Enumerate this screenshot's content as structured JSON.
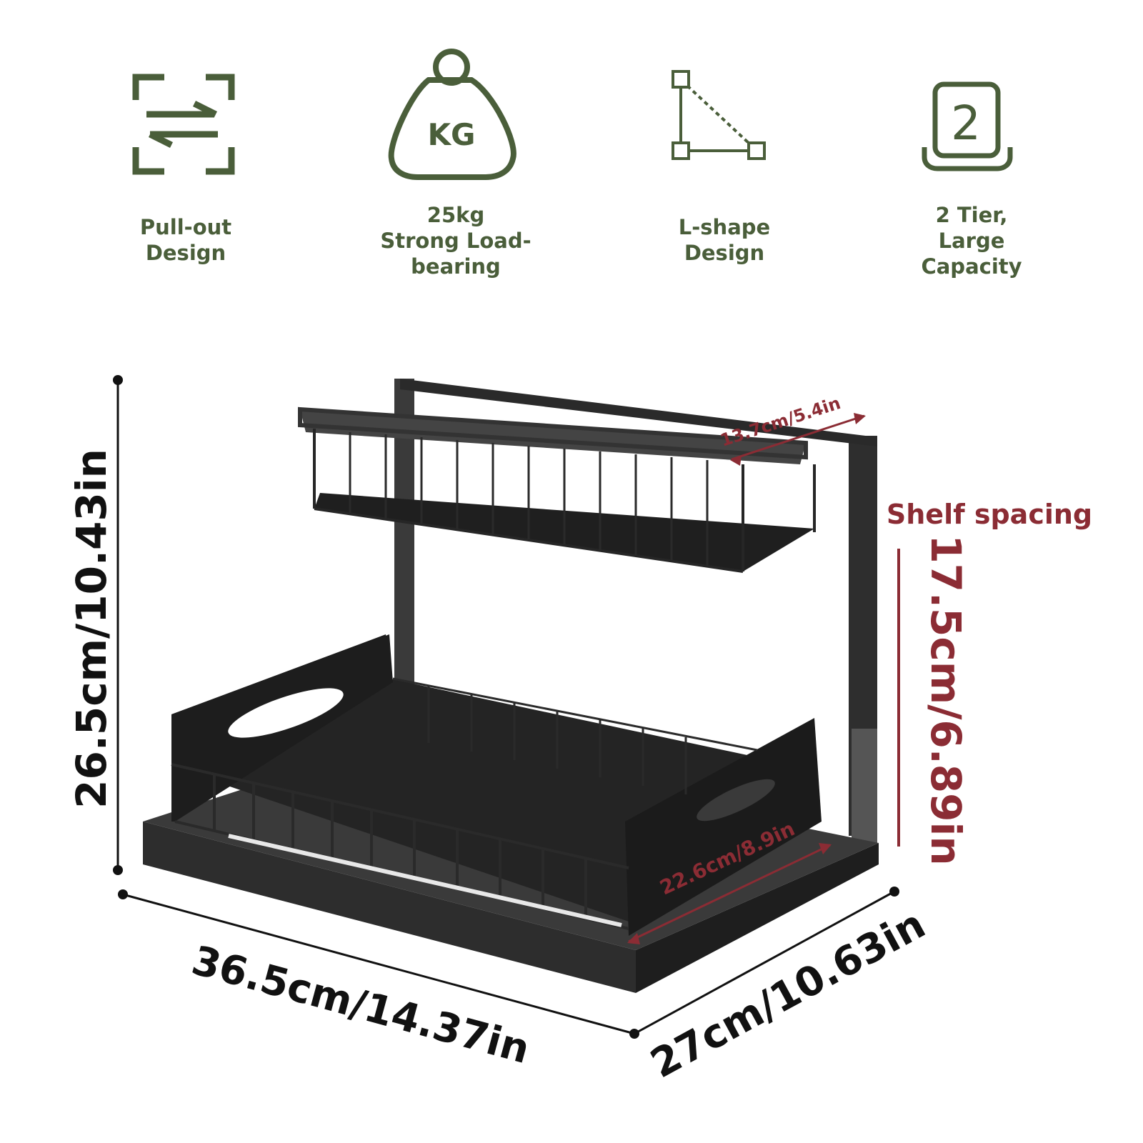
{
  "colors": {
    "icon_green": "#4a5e3a",
    "accent_red": "#8b2c34",
    "dimension_black": "#111111"
  },
  "features": [
    {
      "icon": "pull-out-arrows-icon",
      "lines": [
        "Pull-out",
        "Design"
      ]
    },
    {
      "icon": "kg-weight-icon",
      "icon_text": "KG",
      "lines": [
        "25kg",
        "Strong Load-",
        "bearing"
      ]
    },
    {
      "icon": "l-shape-triangle-icon",
      "lines": [
        "L-shape",
        "Design"
      ]
    },
    {
      "icon": "two-tier-icon",
      "icon_text": "2",
      "lines": [
        "2 Tier,",
        "Large",
        "Capacity"
      ]
    }
  ],
  "dimensions": {
    "height": "26.5cm/10.43in",
    "width": "36.5cm/14.37in",
    "depth": "27cm/10.63in",
    "upper_shelf_depth": "13.7cm/5.4in",
    "lower_shelf_depth": "22.6cm/8.9in",
    "shelf_spacing_title": "Shelf spacing",
    "shelf_spacing": "17.5cm/6.89in"
  }
}
